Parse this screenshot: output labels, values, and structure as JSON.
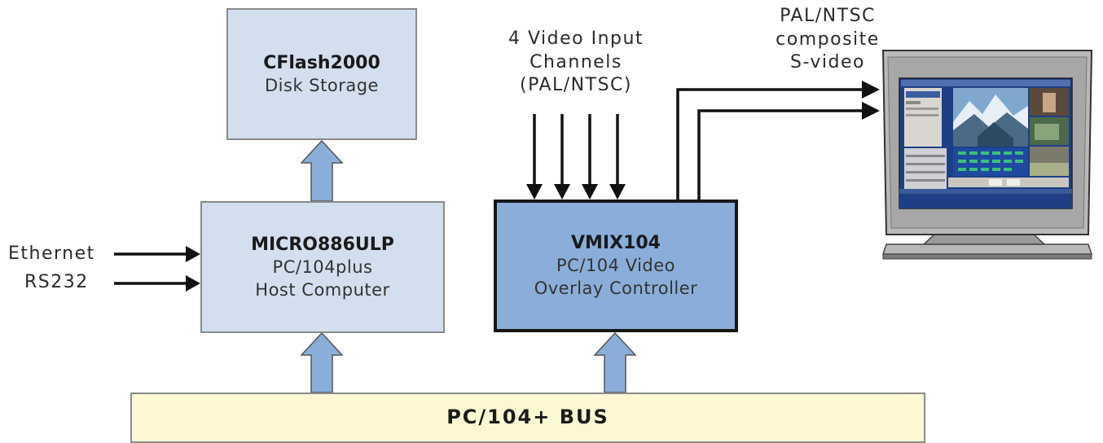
{
  "blocks": {
    "cflash": {
      "title": "CFlash2000",
      "subtitle": "Disk Storage"
    },
    "micro": {
      "title": "MICRO886ULP",
      "line1": "PC/104plus",
      "line2": "Host Computer"
    },
    "vmix": {
      "title": "VMIX104",
      "line1": "PC/104 Video",
      "line2": "Overlay Controller"
    },
    "bus": {
      "title": "PC/104+ BUS"
    }
  },
  "inputs": {
    "ethernet": "Ethernet",
    "rs232": "RS232"
  },
  "video_input_label": {
    "line1": "4 Video Input",
    "line2": "Channels",
    "line3": "(PAL/NTSC)"
  },
  "output_label": {
    "line1": "PAL/NTSC",
    "line2": "composite",
    "line3": "S-video"
  },
  "colors": {
    "host_box": "#d3dfef",
    "overlay_box": "#8aaed9",
    "bus": "#fdf7d4",
    "bus_arrow": "#8aaed9"
  }
}
